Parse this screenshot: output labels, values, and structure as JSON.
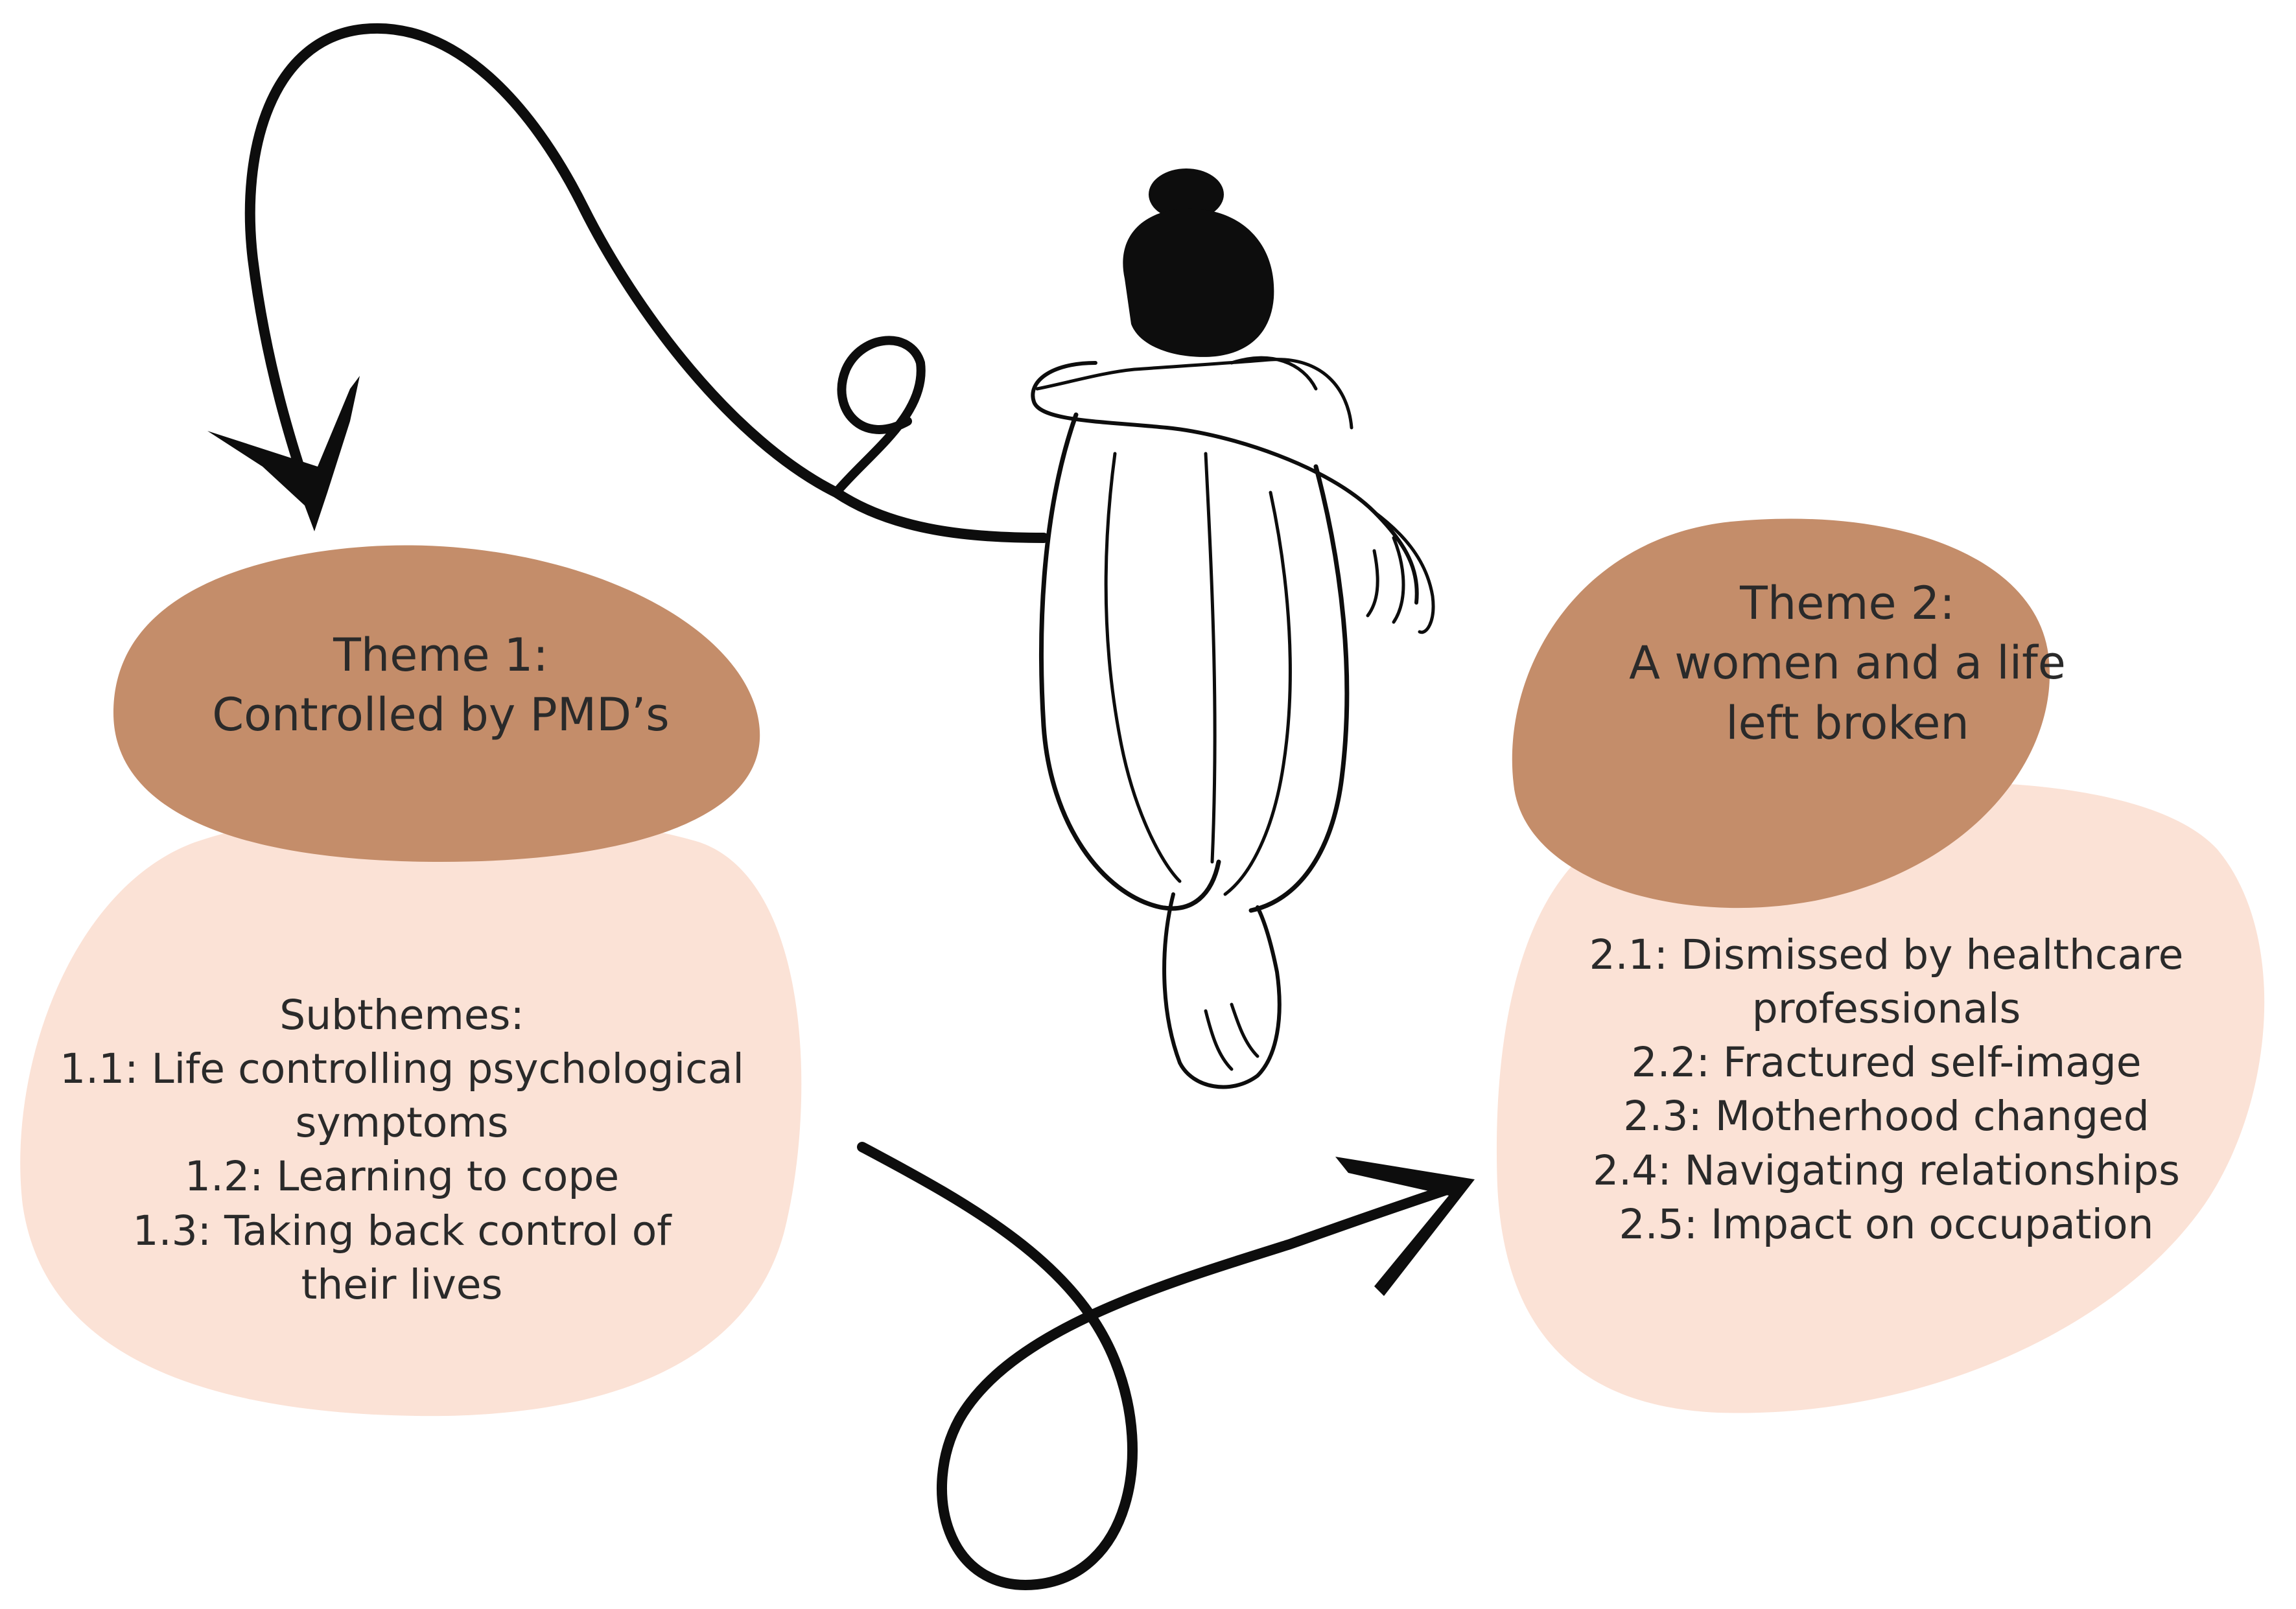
{
  "colors": {
    "theme_blob": "#C48D6A",
    "subtheme_blob": "#FBE2D6",
    "ink": "#0d0d0d",
    "text": "#2a2a2a",
    "background": "#ffffff"
  },
  "theme1": {
    "title_lines": [
      "Theme 1:",
      "Controlled by PMD’s"
    ],
    "subthemes_heading": "Subthemes:",
    "subtheme_lines": [
      "1.1: Life controlling psychological",
      "symptoms",
      "1.2: Learning to cope",
      "1.3: Taking back control of",
      "their lives"
    ]
  },
  "theme2": {
    "title_lines": [
      "Theme 2:",
      "A women and a life",
      "left broken"
    ],
    "subtheme_lines": [
      "2.1: Dismissed by healthcare",
      "professionals",
      "2.2: Fractured self-image",
      "2.3: Motherhood changed",
      "2.4: Navigating relationships",
      "2.5: Impact on occupation"
    ]
  },
  "illustration": {
    "icon": "seated-woman-hugging-knees-illustration"
  },
  "arrows": [
    {
      "icon": "curved-arrow-icon",
      "from": "illustration",
      "to": "theme1"
    },
    {
      "icon": "looped-arrow-icon",
      "from": "theme1",
      "to": "theme2"
    }
  ]
}
